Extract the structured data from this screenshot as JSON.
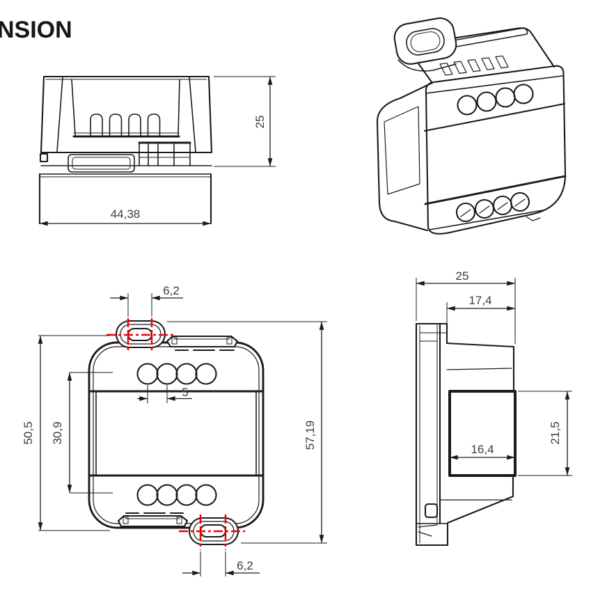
{
  "title": "NSION",
  "drawing": {
    "front_top_view": {
      "width": "44,38",
      "height": "25"
    },
    "isometric_view": {
      "terminal_holes_top": 4,
      "terminal_holes_bottom": 4
    },
    "front_view": {
      "tab_slot_width_top": "6,2",
      "terminal_pitch": "5",
      "mount_center_height": "50,5",
      "terminal_row_spacing": "30,9",
      "overall_height": "57,19",
      "tab_slot_width_bottom": "6,2"
    },
    "side_view": {
      "overall_depth": "25",
      "body_depth": "17,4",
      "recess_depth": "16,4",
      "recess_height": "21,5"
    }
  },
  "colors": {
    "line": "#1a1a1a",
    "dimension_text": "#3a3a42",
    "centerline_red": "#f20000",
    "background": "#ffffff"
  }
}
